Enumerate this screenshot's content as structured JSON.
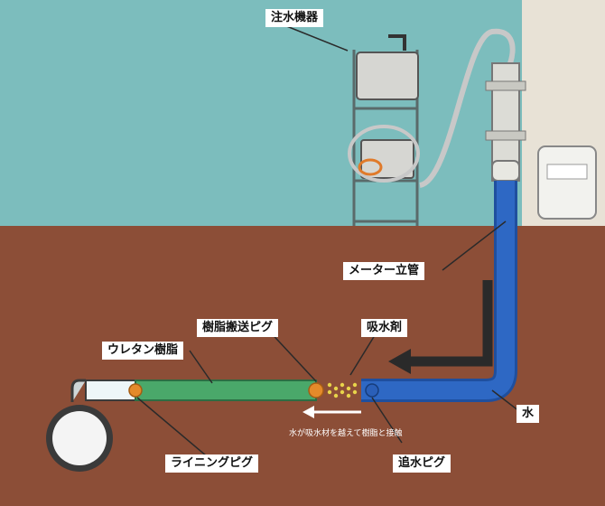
{
  "labels": {
    "injector": "注水機器",
    "meter_riser": "メーター立管",
    "absorbent": "吸水剤",
    "resin_pig": "樹脂搬送ピグ",
    "urethane": "ウレタン樹脂",
    "water": "水",
    "lining_pig": "ライニングピグ",
    "water_pig": "追水ピグ"
  },
  "caption": "水が吸水材を越えて樹脂と接触",
  "colors": {
    "wall": "#7cbdbd",
    "ground": "#8c4e37",
    "pipe_blue": "#2e68c4",
    "resin_green": "#4aa86a",
    "pig_orange": "#e48a2a",
    "arrow_dark": "#2a2a2a"
  }
}
